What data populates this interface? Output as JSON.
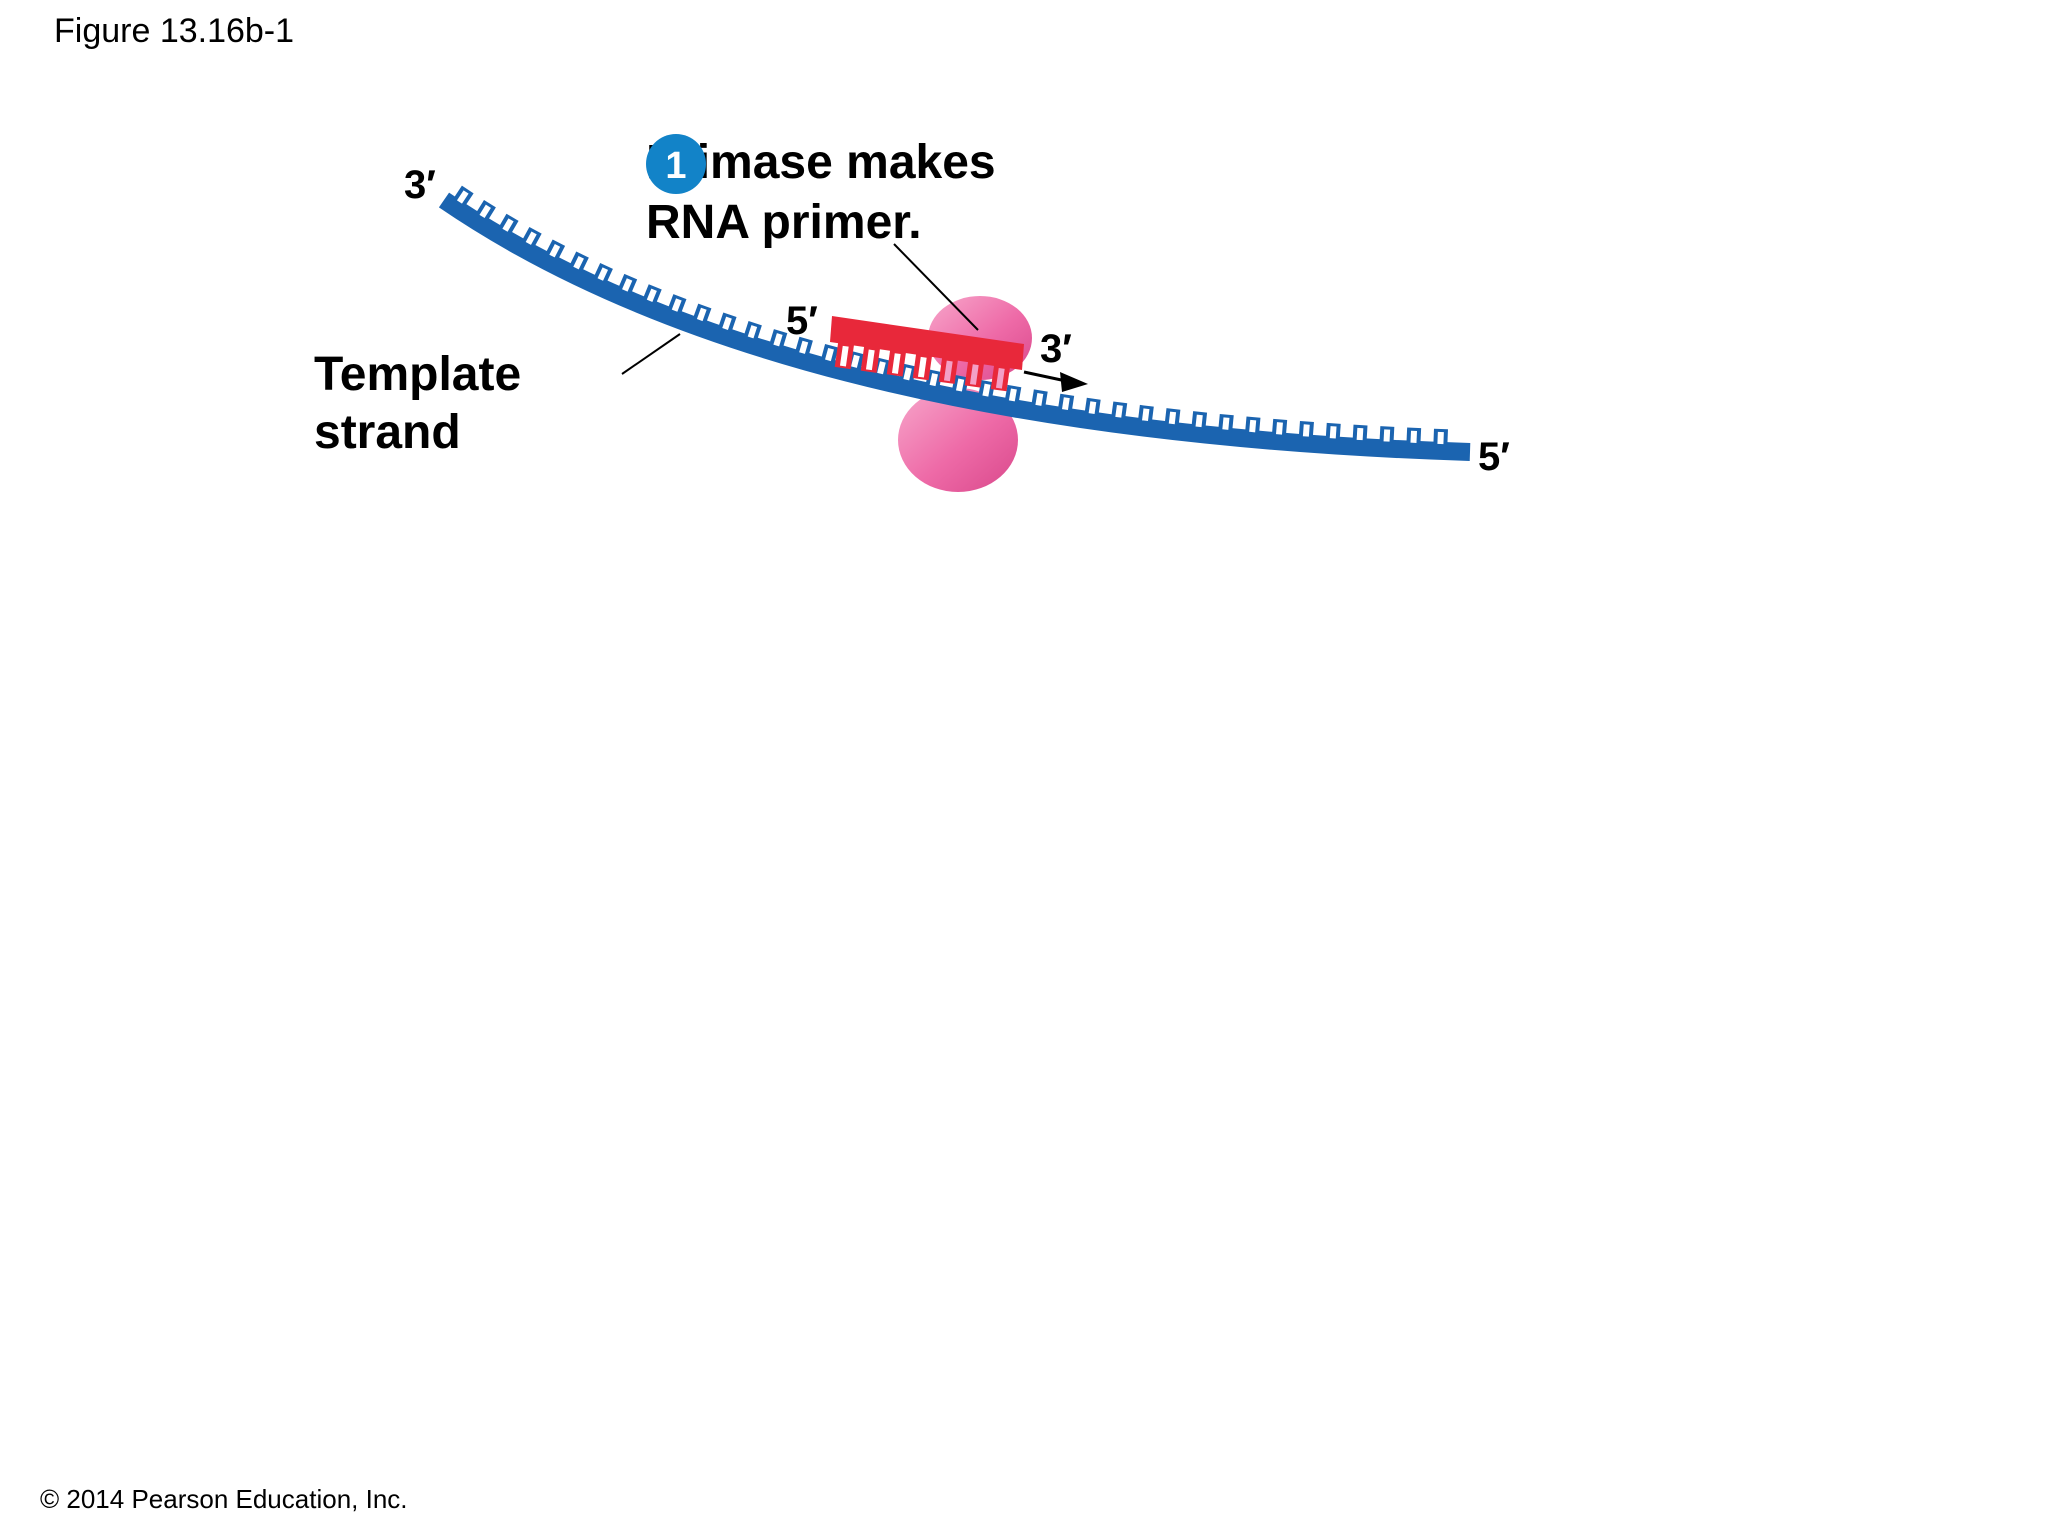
{
  "figure_label": "Figure 13.16b-1",
  "copyright": "© 2014 Pearson Education, Inc.",
  "step": {
    "number": "1",
    "line1": "Primase makes",
    "line2": "RNA primer."
  },
  "template_label": {
    "line1": "Template",
    "line2": "strand"
  },
  "strand_ends": {
    "template_left": "3′",
    "template_right": "5′",
    "primer_left": "5′",
    "primer_right": "3′"
  },
  "colors": {
    "template_strand": "#1b64b0",
    "rna_primer": "#e8283a",
    "primase": "#ee6aa7",
    "step_badge": "#1283c8",
    "arrow": "#000000"
  }
}
